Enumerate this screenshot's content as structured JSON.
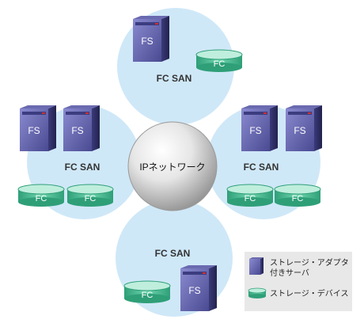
{
  "diagram": {
    "center_label": "IPネットワーク",
    "san_label": "FC SAN",
    "server_label": "FS",
    "storage_label": "FC",
    "legend": {
      "server_line1": "ストレージ・アダプタ",
      "server_line2": "付きサーバ",
      "storage": "ストレージ・デバイス"
    }
  },
  "colors": {
    "san_circle": "#cfe8f8",
    "center_sphere": "#d8d8d8",
    "server_body": "#5a5a9e",
    "server_dark": "#2e2e66",
    "storage_body": "#4fbf96",
    "storage_top": "#bfeedd",
    "led": "#d03030"
  }
}
